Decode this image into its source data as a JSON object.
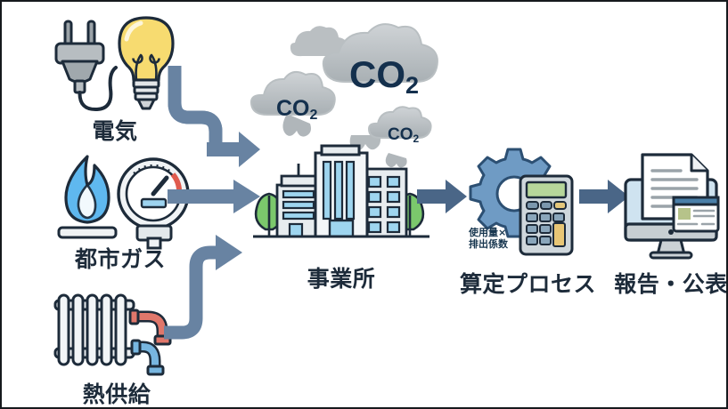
{
  "diagram": {
    "title_flow": "GHG emissions reporting flow",
    "background_color": "#ffffff",
    "border_color": "#16191d",
    "arrow_color_inputs": "#6883a2",
    "arrow_color_process": "#4a6687",
    "text_color": "#1d2b3a",
    "co2_cloud_color": "#b9bfc2",
    "co2_text_color": "#14304d"
  },
  "inputs": [
    {
      "id": "electricity",
      "label": "電気",
      "icons": [
        "power-plug-icon",
        "light-bulb-icon"
      ],
      "arrow": "curved-down-right-arrow"
    },
    {
      "id": "city-gas",
      "label": "都市ガス",
      "icons": [
        "gas-flame-icon",
        "gas-meter-icon"
      ],
      "arrow": "straight-right-arrow"
    },
    {
      "id": "heat-supply",
      "label": "熱供給",
      "icons": [
        "radiator-icon",
        "hot-pipe-icon",
        "cold-pipe-icon"
      ],
      "arrow": "curved-up-right-arrow"
    }
  ],
  "emissions": {
    "clouds": [
      {
        "id": "cloud-large",
        "label": "CO",
        "subscript": "2",
        "size": "large"
      },
      {
        "id": "cloud-medium",
        "label": "CO",
        "subscript": "2",
        "size": "medium"
      },
      {
        "id": "cloud-small",
        "label": "CO",
        "subscript": "2",
        "size": "small"
      },
      {
        "id": "cloud-plain",
        "label": "",
        "subscript": "",
        "size": "tiny"
      }
    ]
  },
  "stages": [
    {
      "id": "facility",
      "label": "事業所",
      "icon": "office-buildings-icon",
      "decor": [
        "tree-icon-left",
        "tree-icon-right",
        "smoke-icon"
      ]
    },
    {
      "id": "calculation",
      "label": "算定プロセス",
      "icon": "gear-calculator-icon",
      "formula_line1": "使用量×",
      "formula_line2": "排出係数"
    },
    {
      "id": "reporting",
      "label": "報告・公表",
      "icon": "monitor-document-icon"
    }
  ],
  "connector_arrows": [
    {
      "id": "facility-to-calculation",
      "direction": "right"
    },
    {
      "id": "calculation-to-reporting",
      "direction": "right"
    }
  ]
}
